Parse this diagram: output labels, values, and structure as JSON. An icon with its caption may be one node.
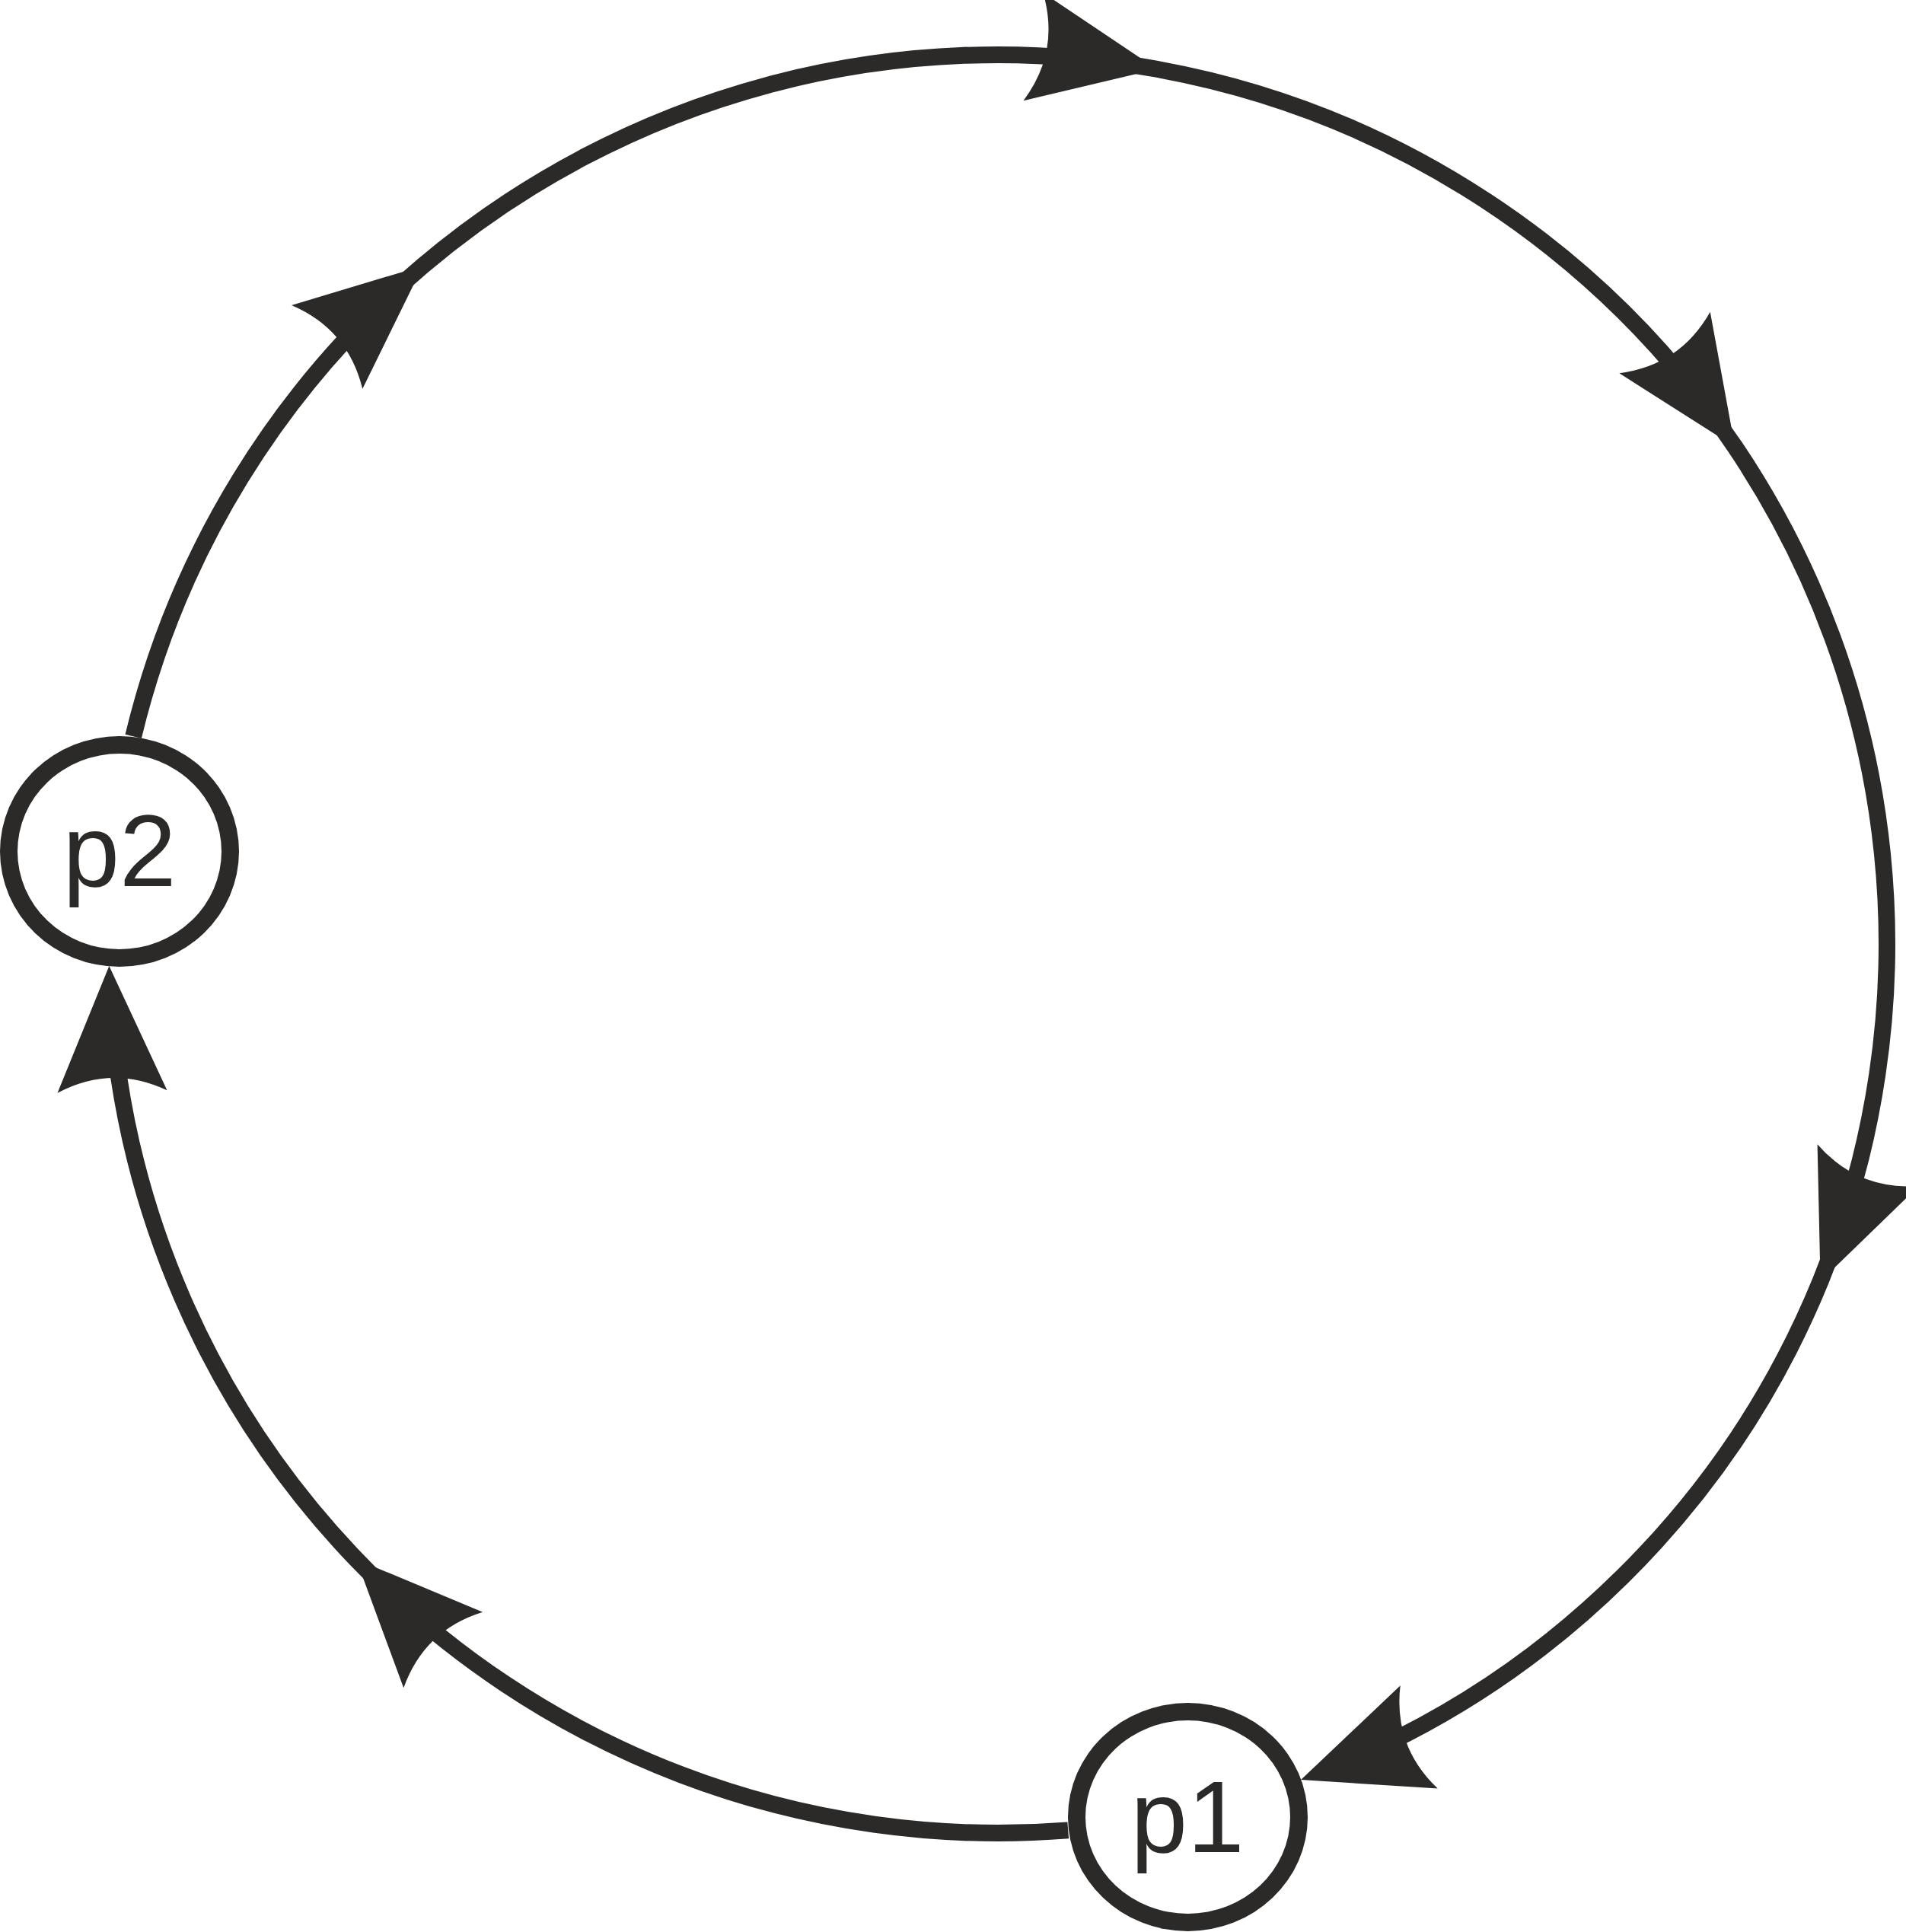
{
  "diagram": {
    "nodes": [
      {
        "text": [
          "p2"
        ]
      },
      {
        "text": [
          "p1"
        ]
      }
    ],
    "edges": [
      {
        "from": 0,
        "to": 1,
        "arrow": "to"
      },
      {
        "from": 1,
        "to": 0,
        "arrow": "to"
      }
    ]
  }
}
